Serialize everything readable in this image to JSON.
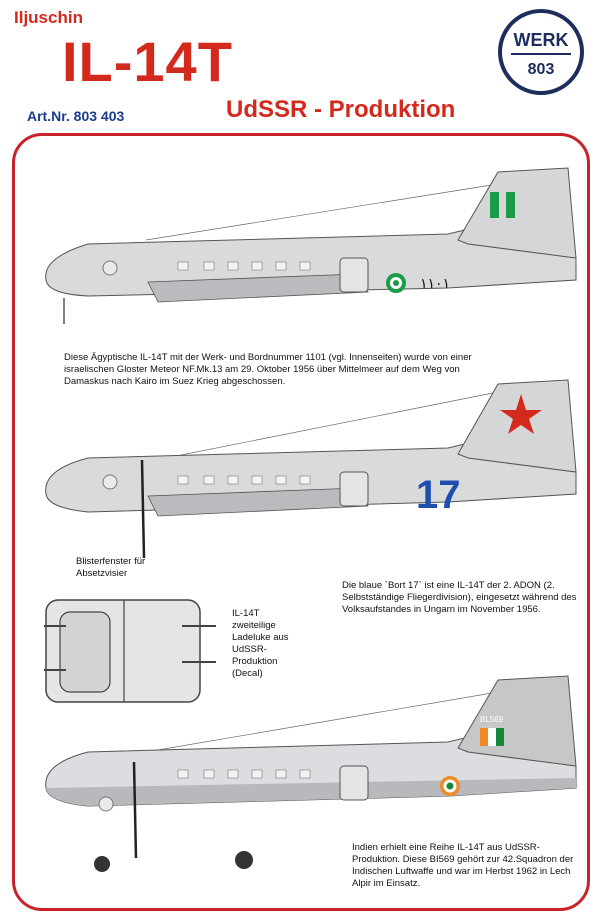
{
  "header": {
    "brand": "Iljuschin",
    "model": "IL-14T",
    "art_nr": "Art.Nr. 803 403",
    "subtitle": "UdSSR - Produktion",
    "logo_top": "WERK",
    "logo_bottom": "803"
  },
  "aircraft": [
    {
      "caption": "Diese Ägyptische IL-14T mit der Werk- und Bordnummer 1101 (vgl. Innenseiten)  wurde von einer israelischen Gloster Meteor NF.Mk.13 am 29. Oktober 1956 über Mittelmeer auf dem Weg von Damaskus nach Kairo im Suez Krieg abgeschossen.",
      "fuselage_number": "١١٠١"
    },
    {
      "caption": "Die blaue `Bort 17` ist eine IL-14T der 2. ADON (2. Selbstständige Fliegerdivision), eingesetzt während des Volksaufstandes in Ungarn im November 1956.",
      "fuselage_number": "17",
      "detail_label": "Blisterfenster für Absetzvisier"
    },
    {
      "caption": "Indien erhielt eine Reihe IL-14T aus UdSSR-Produktion. Diese BI569 gehört zur 42.Squadron der Indischen Luftwaffe und war im Herbst 1962 in Lech Alpir im Einsatz.",
      "tail_code": "BL569"
    }
  ],
  "door_detail": {
    "label": "IL-14T zweiteilige Ladeluke aus UdSSR-Produktion (Decal)"
  },
  "colors": {
    "accent_red": "#d42a1e",
    "frame_red": "#c8232a",
    "logo_navy": "#1d2d5c",
    "egypt_green": "#1a9b48",
    "soviet_blue": "#1e4fb0",
    "india_saffron": "#f08a24",
    "india_green": "#128a3a"
  }
}
